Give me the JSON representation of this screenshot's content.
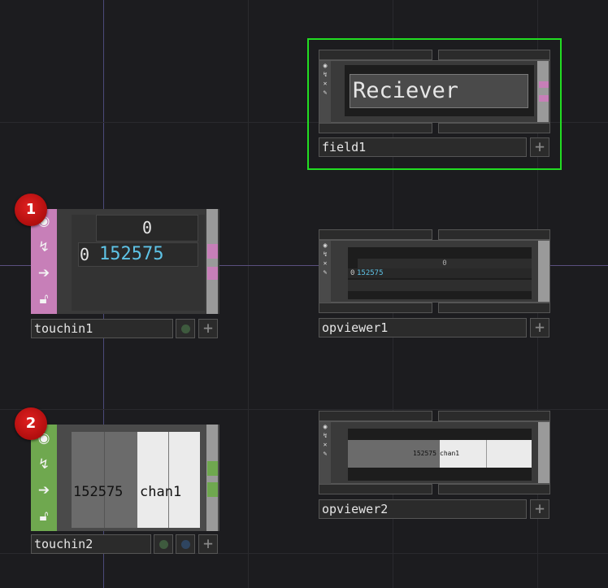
{
  "colors": {
    "background": "#1c1c1f",
    "selected_outline": "#22dd22",
    "chop_pink": "#c77fb8",
    "dat_green": "#6fa84f",
    "value_blue": "#5ec3e6",
    "badge_red": "#c81414"
  },
  "nodes": {
    "field1": {
      "name": "field1",
      "field_text": "Reciever"
    },
    "touchin1": {
      "name": "touchin1",
      "badge": "1",
      "column_header": "0",
      "row_index": "0",
      "value": "152575"
    },
    "opviewer1": {
      "name": "opviewer1",
      "header": "0",
      "row_index": "0",
      "value": "152575"
    },
    "touchin2": {
      "name": "touchin2",
      "badge": "2",
      "value": "152575",
      "channel": "chan1"
    },
    "opviewer2": {
      "name": "opviewer2",
      "value": "152575",
      "channel": "chan1"
    }
  },
  "icons": {
    "viewer": "viewer-icon",
    "bypass": "bypass-icon",
    "cook": "arrow-right-icon",
    "lock": "lock-icon",
    "add": "plus-icon"
  }
}
